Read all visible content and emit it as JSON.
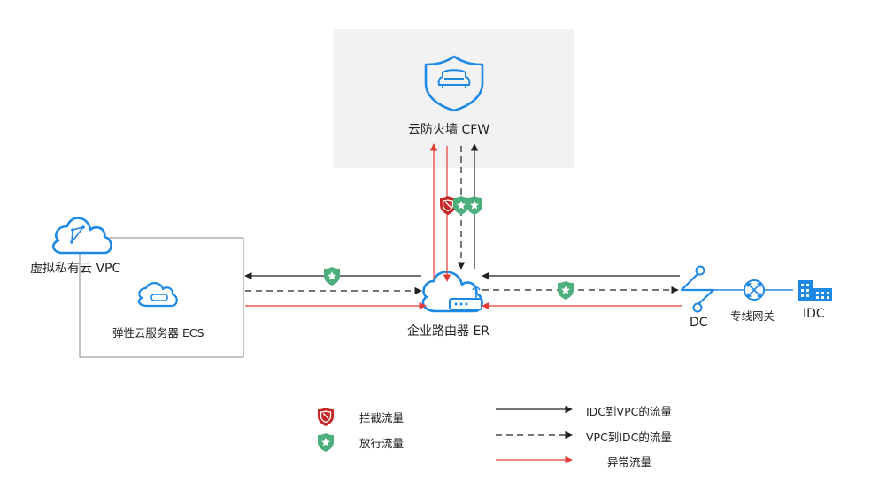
{
  "labels": {
    "cfw": "云防火墙 CFW",
    "vpc": "虚拟私有云 VPC",
    "ecs": "弹性云服务器 ECS",
    "er": "企业路由器 ER",
    "dc": "DC",
    "gateway": "专线网关",
    "idc": "IDC"
  },
  "legend": {
    "blocked": "拦截流量",
    "allowed": "放行流量",
    "idc_to_vpc": "IDC到VPC的流量",
    "vpc_to_idc": "VPC到IDC的流量",
    "abnormal": "异常流量"
  },
  "colors": {
    "blue": "#1e88e5",
    "red": "#e53935",
    "dark_red": "#b71c1c",
    "green": "#4caf7d",
    "black": "#222222",
    "cfw_bg": "#f2f2f2"
  },
  "icons": {
    "cfw": "shield-icon",
    "vpc": "cloud-icon",
    "ecs": "cloud-server-icon",
    "er": "cloud-router-icon",
    "dc": "dc-icon",
    "gateway": "gateway-icon",
    "idc": "building-icon",
    "blocked": "red-shield-icon",
    "allowed": "green-shield-icon"
  }
}
